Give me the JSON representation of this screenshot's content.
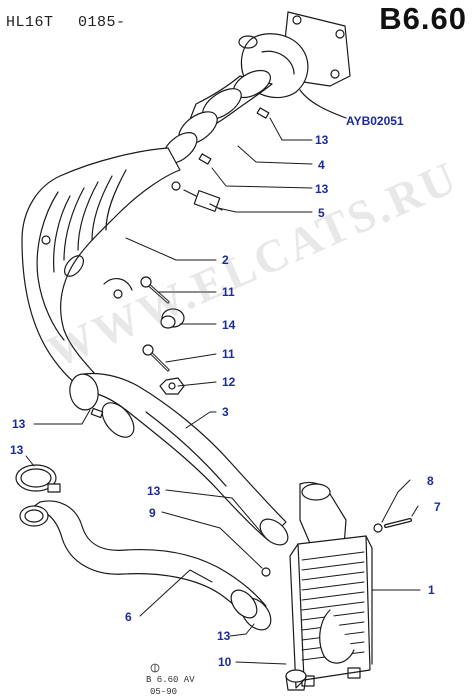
{
  "header": {
    "model": "HL16T",
    "code": "0185-",
    "page_code": "B6.60"
  },
  "reference_link": "AYB02051",
  "callouts": [
    {
      "id": "c13a",
      "label": "13"
    },
    {
      "id": "c4",
      "label": "4"
    },
    {
      "id": "c13b",
      "label": "13"
    },
    {
      "id": "c5",
      "label": "5"
    },
    {
      "id": "c2",
      "label": "2"
    },
    {
      "id": "c11a",
      "label": "11"
    },
    {
      "id": "c14",
      "label": "14"
    },
    {
      "id": "c11b",
      "label": "11"
    },
    {
      "id": "c12",
      "label": "12"
    },
    {
      "id": "c3",
      "label": "3"
    },
    {
      "id": "c13c",
      "label": "13"
    },
    {
      "id": "c13d",
      "label": "13"
    },
    {
      "id": "c8",
      "label": "8"
    },
    {
      "id": "c7",
      "label": "7"
    },
    {
      "id": "c13e",
      "label": "13"
    },
    {
      "id": "c9",
      "label": "9"
    },
    {
      "id": "c1",
      "label": "1"
    },
    {
      "id": "c6",
      "label": "6"
    },
    {
      "id": "c13f",
      "label": "13"
    },
    {
      "id": "c10",
      "label": "10"
    }
  ],
  "footer": {
    "line1": "B 6.60 AV",
    "line2": "05-90"
  },
  "watermark": "WWW.ELCATS.RU",
  "colors": {
    "callout": "#1b2a9a",
    "line": "#1a1a1a"
  }
}
